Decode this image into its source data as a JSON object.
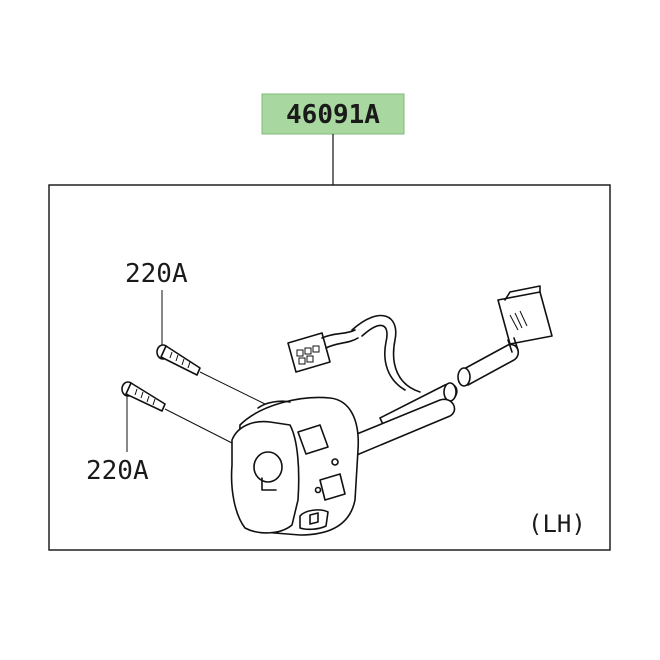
{
  "main_part": {
    "number": "46091A",
    "highlight_color": "#a8d8a0"
  },
  "screws": [
    {
      "number": "220A"
    },
    {
      "number": "220A"
    }
  ],
  "side_note": "(LH)",
  "colors": {
    "ink": "#111111",
    "background": "#ffffff",
    "label_highlight": "#a8d8a0"
  }
}
